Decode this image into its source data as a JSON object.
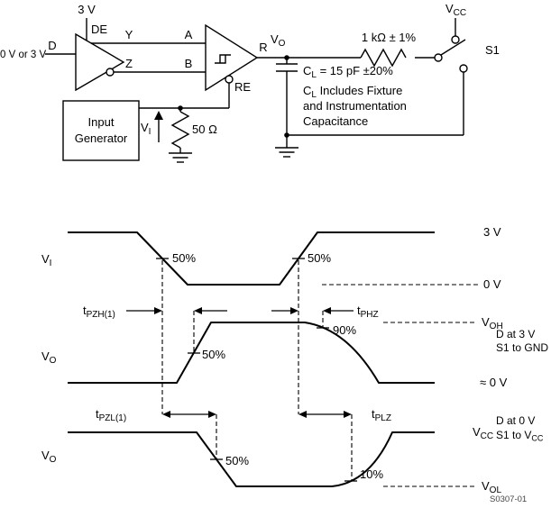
{
  "figure": {
    "code": "S0307-01"
  },
  "circuit": {
    "supply": "3 V",
    "input_levels": "0 V or 3 V",
    "pins": {
      "d": "D",
      "de": "DE",
      "y": "Y",
      "z": "Z",
      "a": "A",
      "b": "B",
      "r": "R",
      "re": "RE"
    },
    "vo": {
      "base": "V",
      "sub": "O"
    },
    "vcc": {
      "base": "V",
      "sub": "CC"
    },
    "s1": "S1",
    "resistor_1k": "1 kΩ ± 1%",
    "resistor_50": "50 Ω",
    "vi": {
      "base": "V",
      "sub": "I"
    },
    "generator": {
      "line1": "Input",
      "line2": "Generator"
    },
    "cl": {
      "base": "C",
      "sub": "L",
      "value": " = 15 pF ±20%",
      "note1": " Includes Fixture",
      "note2": "and Instrumentation",
      "note3": "Capacitance"
    }
  },
  "timing": {
    "vi_label": {
      "base": "V",
      "sub": "I"
    },
    "vo_label": {
      "base": "V",
      "sub": "O"
    },
    "levels": {
      "v3": "3 V",
      "v0": "0 V",
      "voh": {
        "base": "V",
        "sub": "OH"
      },
      "v0_approx": "≈ 0 V",
      "vcc": {
        "base": "V",
        "sub": "CC"
      },
      "vol": {
        "base": "V",
        "sub": "OL"
      }
    },
    "p50": "50%",
    "p90": "90%",
    "p10": "10%",
    "tpzh": {
      "base": "t",
      "sub": "PZH(1)"
    },
    "tphz": {
      "base": "t",
      "sub": "PHZ"
    },
    "tpzl": {
      "base": "t",
      "sub": "PZL(1)"
    },
    "tplz": {
      "base": "t",
      "sub": "PLZ"
    },
    "cond1": {
      "line1": "D at 3 V",
      "line2": "S1 to GND"
    },
    "cond2": {
      "line1": "D at 0 V",
      "line2": {
        "base": "S1 to V",
        "sub": "CC"
      }
    }
  }
}
